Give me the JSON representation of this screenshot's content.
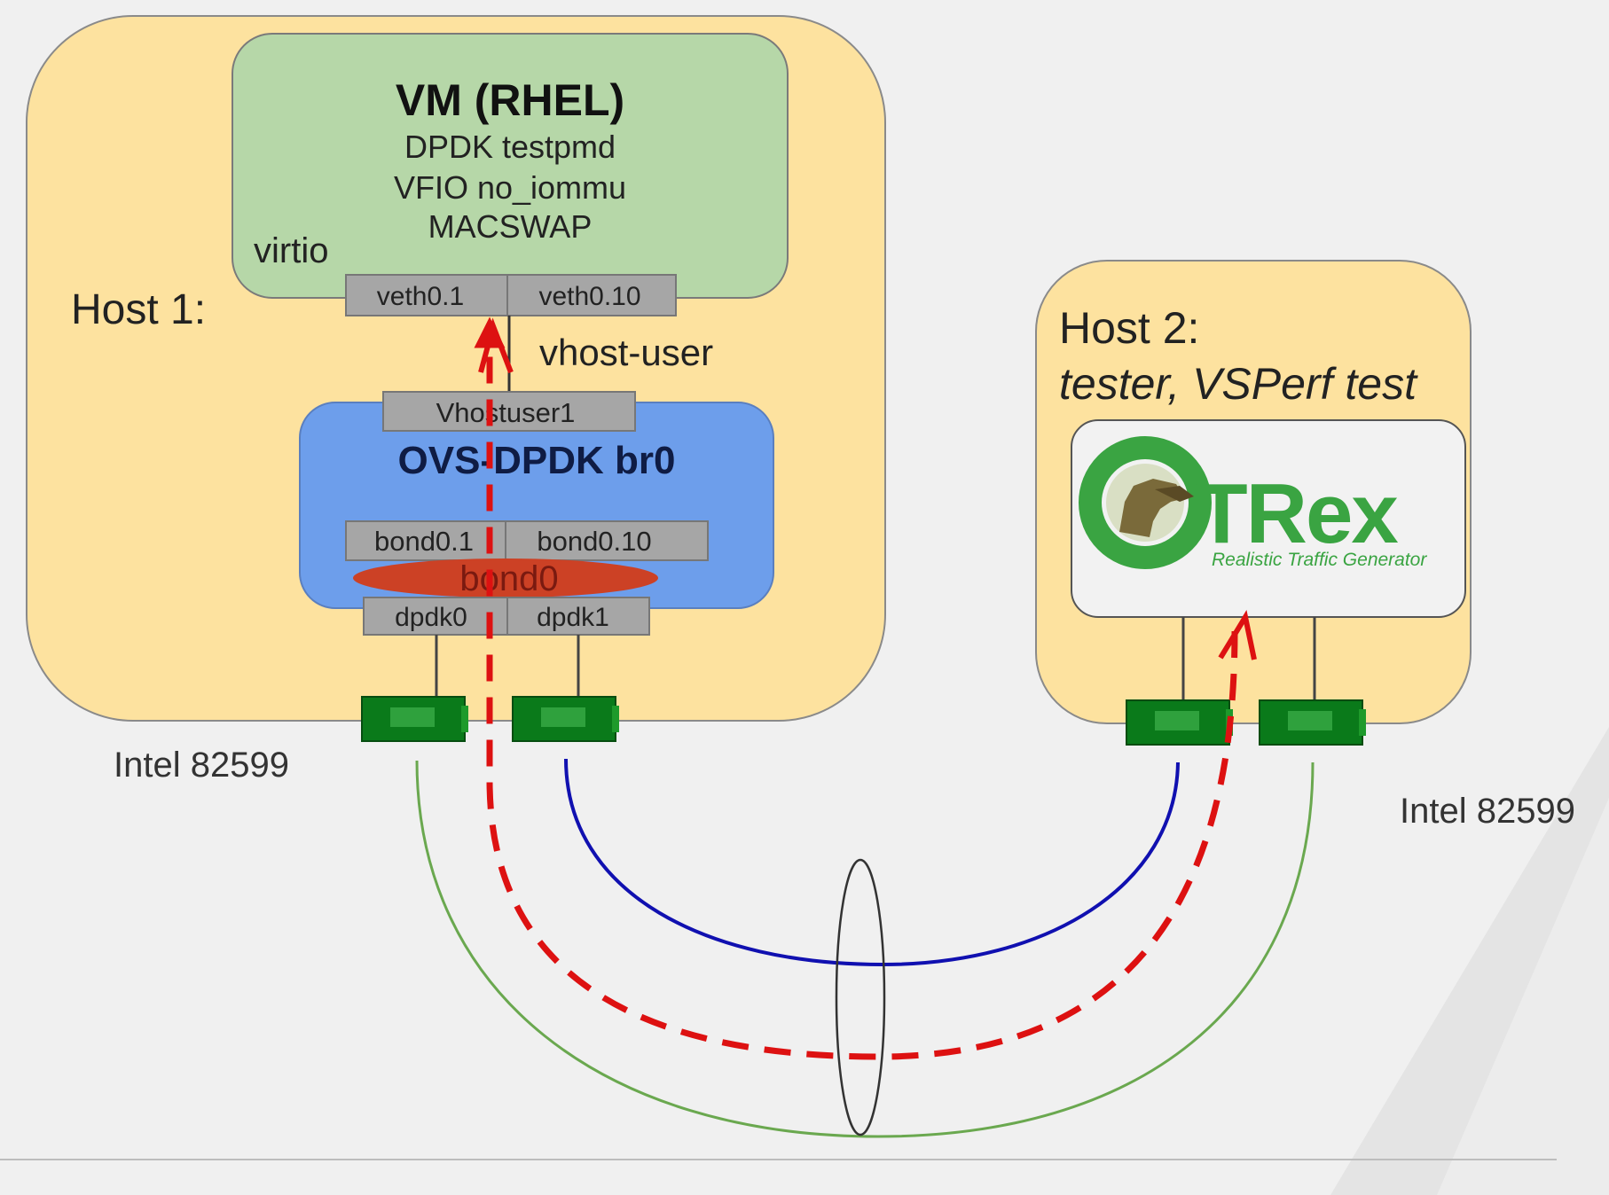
{
  "host1": {
    "label": "Host 1:",
    "vm": {
      "title": "VM (RHEL)",
      "lines": [
        "DPDK testpmd",
        "VFIO no_iommu",
        "MACSWAP"
      ],
      "virtio_label": "virtio",
      "ports": [
        "veth0.1",
        "veth0.10"
      ]
    },
    "vhost_user_label": "vhost-user",
    "ovs": {
      "vhostuser_port": "Vhostuser1",
      "title": "OVS-DPDK br0",
      "bond_ports": [
        "bond0.1",
        "bond0.10"
      ],
      "bond_label": "bond0",
      "dpdk_ports": [
        "dpdk0",
        "dpdk1"
      ]
    },
    "nic_label": "Intel 82599"
  },
  "host2": {
    "label_line1": "Host 2:",
    "label_line2": "tester, VSPerf test",
    "trex": {
      "logo_text": "TRex",
      "tagline": "Realistic Traffic Generator"
    },
    "nic_label": "Intel 82599"
  },
  "colors": {
    "host_fill": "#fde29f",
    "vm_fill": "#b6d7a8",
    "ovs_fill": "#6d9eeb",
    "port_fill": "#a6a6a6",
    "bond_fill": "#cc4125",
    "nic_fill": "#0a7a1a",
    "trex_green": "#3aa442",
    "link_green": "#6aa84f",
    "link_blue": "#1010b0",
    "flow_red": "#dd1111"
  }
}
